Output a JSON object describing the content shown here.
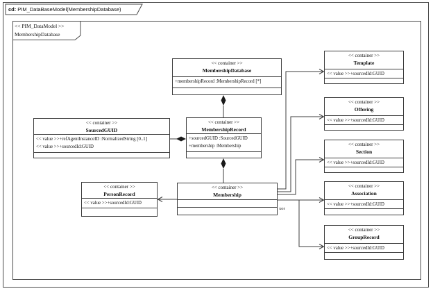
{
  "frame": {
    "tab": {
      "prefix": "cd:",
      "title": "PIM_DataBaseModel(MembershipDatabase)"
    },
    "inner_label": {
      "stereotype": "<< PIM_DataModel >>",
      "name": "MembershipDatabase"
    }
  },
  "classes": {
    "membershipDatabase": {
      "stereotype": "<< container >>",
      "name": "MembershipDatabase",
      "attributes": [
        "+membershipRecord :MembershipRecord [*]"
      ]
    },
    "sourcedGuid": {
      "stereotype": "<< container >>",
      "name": "SourcedGUID",
      "attributes": [
        "<< value >>+refAgentInstanceID :NormalizedString [0..1]",
        "<< value >>+sourcedId:GUID"
      ]
    },
    "membershipRecord": {
      "stereotype": "<< container >>",
      "name": "MembershipRecord",
      "attributes": [
        "+sourcedGUID :SourcedGUID",
        "+membership :Membership"
      ]
    },
    "personRecord": {
      "stereotype": "<< container >>",
      "name": "PersonRecord",
      "attributes": [
        "<< value >>+sourcedId:GUID"
      ]
    },
    "membership": {
      "stereotype": "<< container >>",
      "name": "Membership",
      "attributes": []
    },
    "template": {
      "stereotype": "<< container >>",
      "name": "Template",
      "attributes": [
        "<< value >>+sourcedId:GUID"
      ]
    },
    "offering": {
      "stereotype": "<< container >>",
      "name": "Offering",
      "attributes": [
        "<< value >>+sourcedId:GUID"
      ]
    },
    "section": {
      "stereotype": "<< container >>",
      "name": "Section",
      "attributes": [
        "<< value >>+sourcedId:GUID"
      ]
    },
    "association": {
      "stereotype": "<< container >>",
      "name": "Association",
      "attributes": [
        "<< value >>+sourcedId:GUID"
      ]
    },
    "groupRecord": {
      "stereotype": "<< container >>",
      "name": "GroupRecord",
      "attributes": [
        "<< value >>+sourcedId:GUID"
      ]
    }
  },
  "labels": {
    "xor": "xor"
  },
  "colors": {
    "line": "#3c3c3c",
    "background": "#ffffff"
  }
}
